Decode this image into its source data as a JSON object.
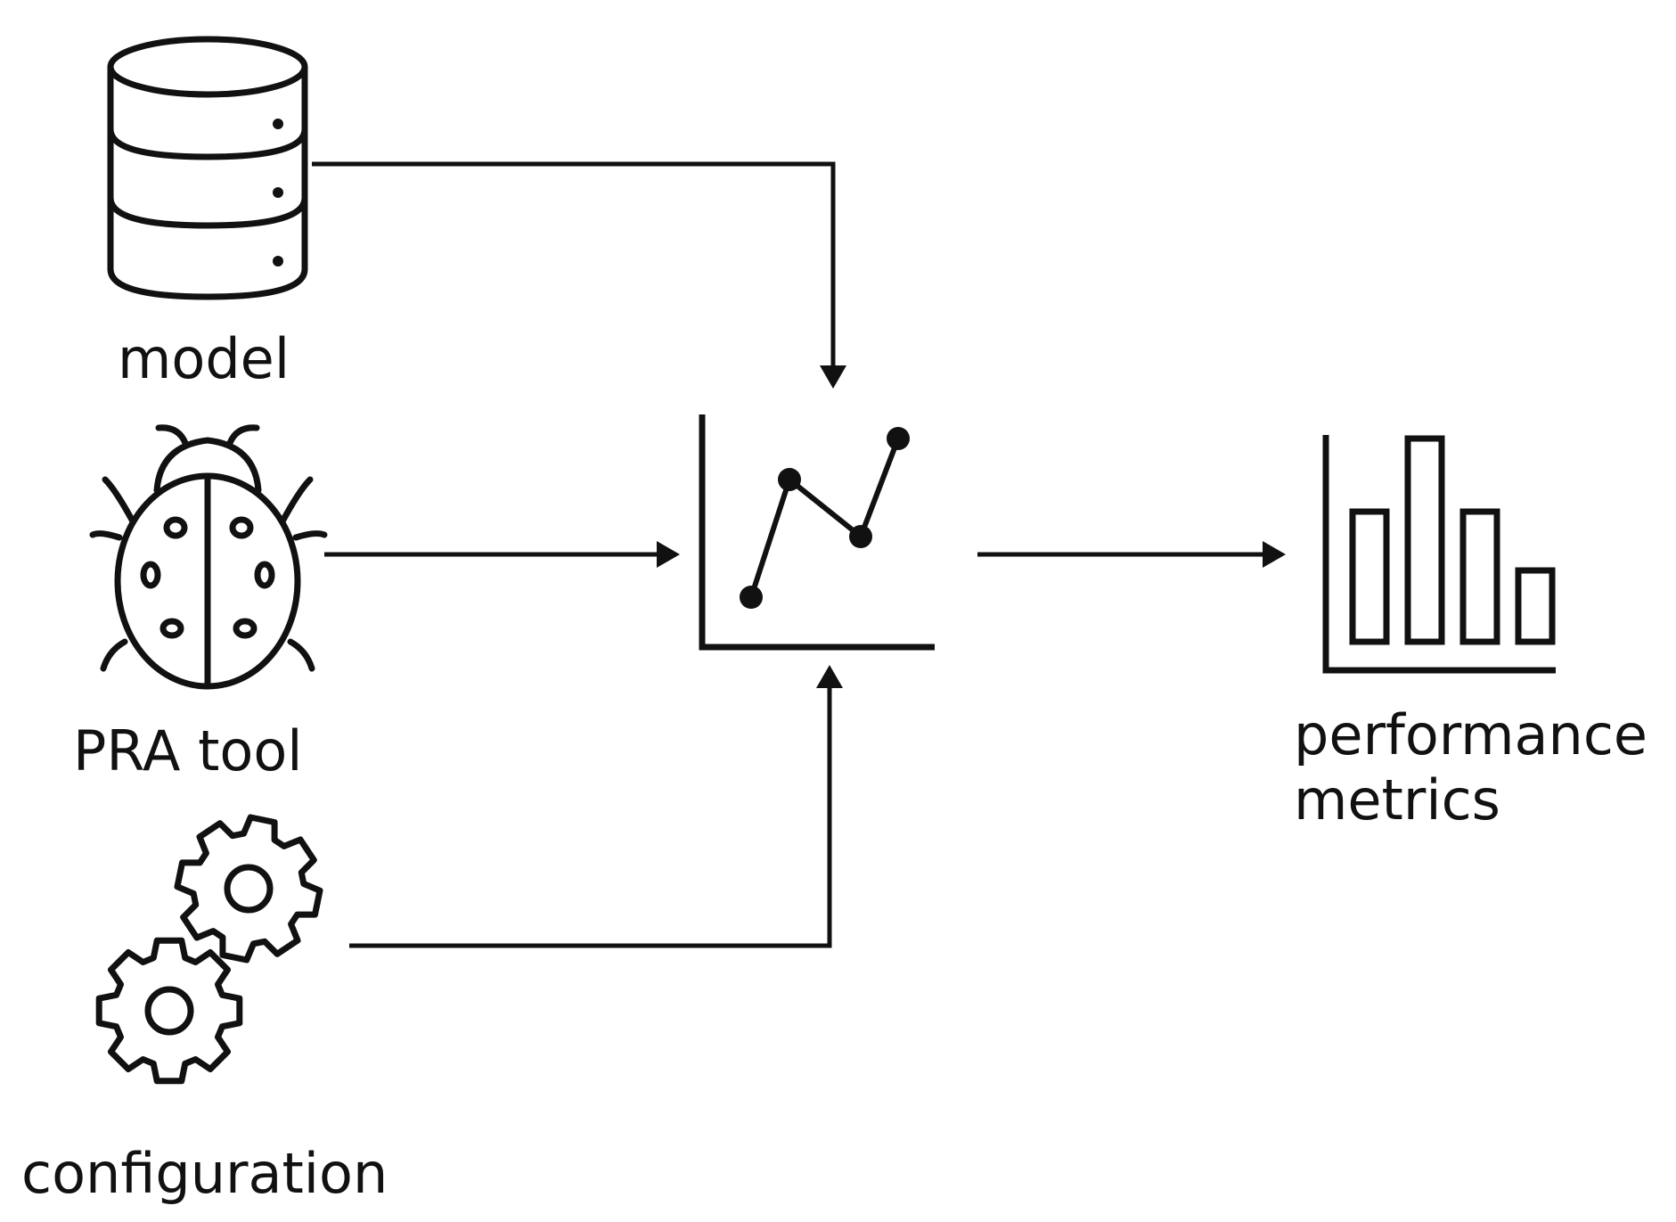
{
  "inputs": {
    "model": {
      "label": "model",
      "icon": "database-icon"
    },
    "pra_tool": {
      "label": "PRA tool",
      "icon": "bug-icon"
    },
    "configuration": {
      "label": "configuration",
      "icon": "gears-icon"
    }
  },
  "process": {
    "icon": "line-chart-icon"
  },
  "output": {
    "icon": "bar-chart-icon",
    "label_line1": "performance",
    "label_line2": "metrics"
  },
  "colors": {
    "stroke": "#111111",
    "background": "#ffffff"
  }
}
